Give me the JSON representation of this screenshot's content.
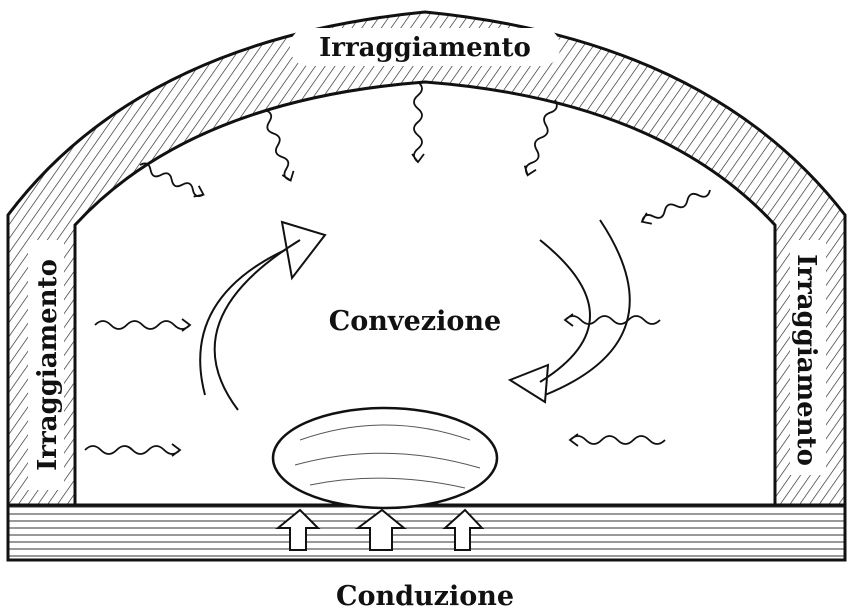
{
  "diagram": {
    "labels": {
      "top": "Irraggiamento",
      "left": "Irraggiamento",
      "right": "Irraggiamento",
      "center": "Convezione",
      "bottom": "Conduzione"
    },
    "colors": {
      "ink": "#111111",
      "background": "#ffffff"
    }
  }
}
